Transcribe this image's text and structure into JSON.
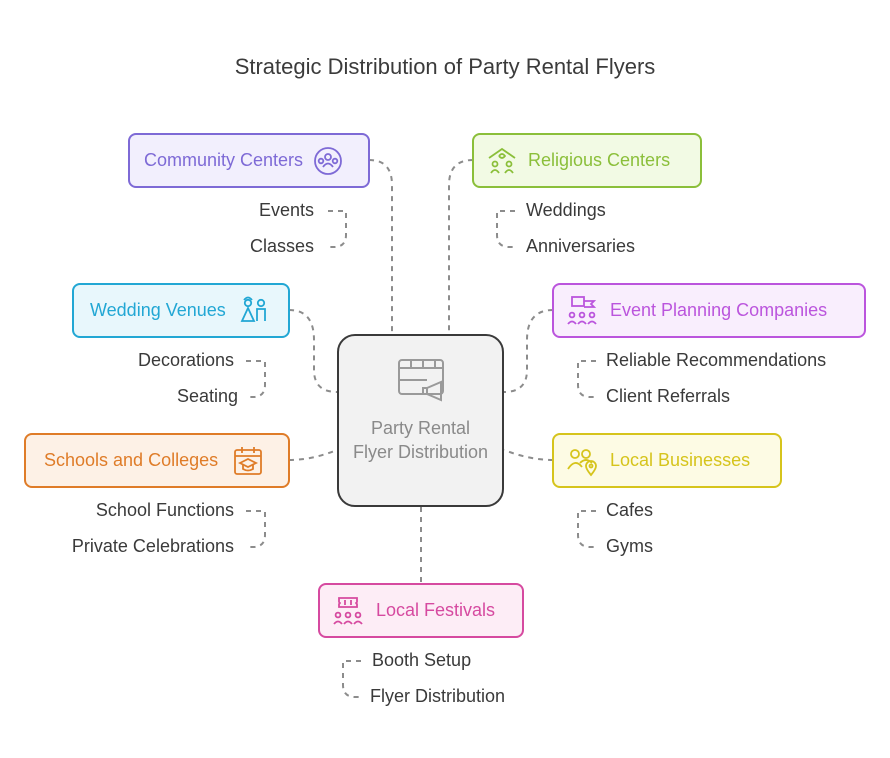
{
  "title": "Strategic Distribution of Party Rental Flyers",
  "center": {
    "label": "Party Rental Flyer Distribution"
  },
  "nodes": {
    "community": {
      "label": "Community Centers",
      "color": "#7e6ad6",
      "bg": "#f2effd",
      "items": [
        "Events",
        "Classes"
      ]
    },
    "religious": {
      "label": "Religious Centers",
      "color": "#8bbf3a",
      "bg": "#f2fae4",
      "items": [
        "Weddings",
        "Anniversaries"
      ]
    },
    "wedding": {
      "label": "Wedding Venues",
      "color": "#22a7d4",
      "bg": "#e8f7fc",
      "items": [
        "Decorations",
        "Seating"
      ]
    },
    "event": {
      "label": "Event Planning Companies",
      "color": "#bb55dd",
      "bg": "#f9eefd",
      "items": [
        "Reliable Recommendations",
        "Client Referrals"
      ]
    },
    "schools": {
      "label": "Schools and Colleges",
      "color": "#df7c28",
      "bg": "#fdf1e6",
      "items": [
        "School Functions",
        "Private Celebrations"
      ]
    },
    "local": {
      "label": "Local Businesses",
      "color": "#d6c41c",
      "bg": "#fdfbe4",
      "items": [
        "Cafes",
        "Gyms"
      ]
    },
    "festivals": {
      "label": "Local Festivals",
      "color": "#d64aa0",
      "bg": "#fdedf6",
      "items": [
        "Booth Setup",
        "Flyer Distribution"
      ]
    }
  }
}
